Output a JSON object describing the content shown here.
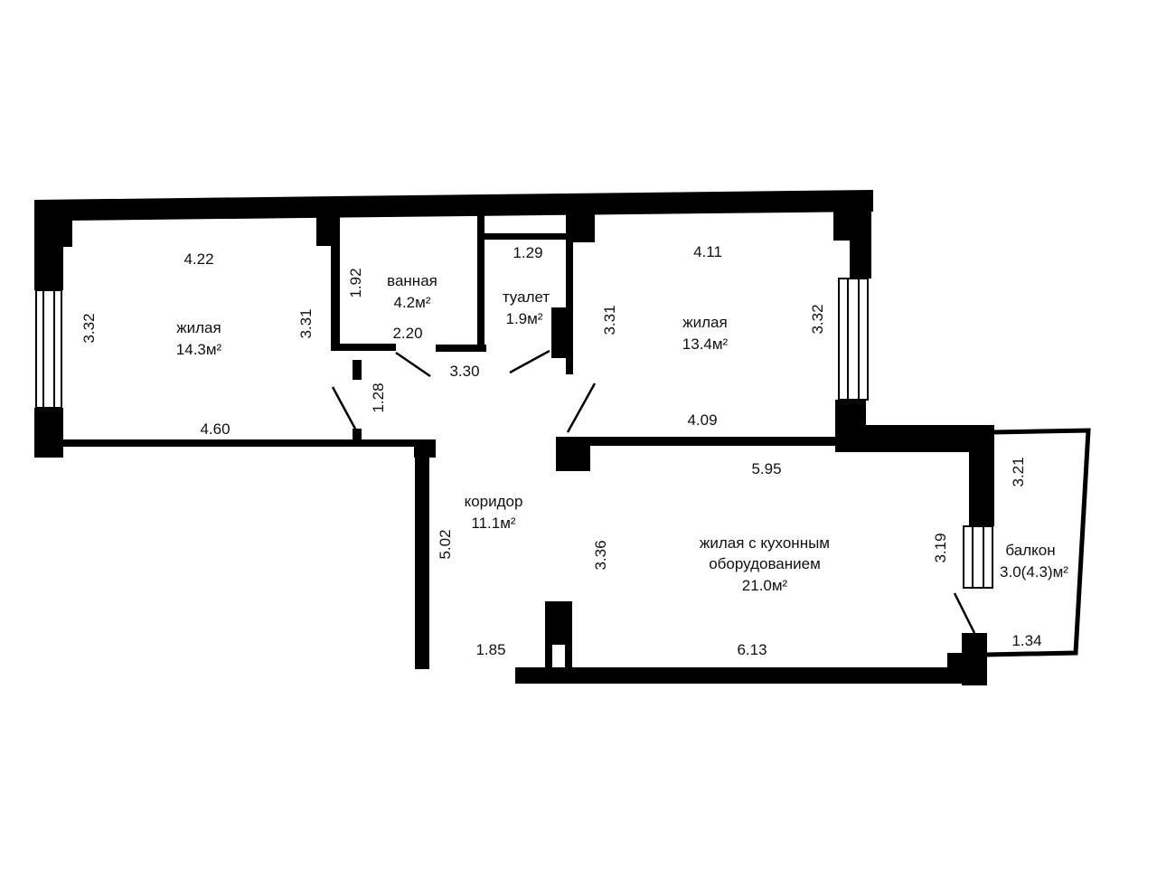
{
  "rooms": {
    "room1": {
      "name": "жилая",
      "area": "14.3м²",
      "dims": {
        "top": "4.22",
        "left": "3.32",
        "right": "3.31",
        "bottom": "4.60"
      }
    },
    "bath": {
      "name": "ванная",
      "area": "4.2м²",
      "dims": {
        "left": "1.92",
        "bottom": "2.20"
      }
    },
    "toilet": {
      "name": "туалет",
      "area": "1.9м²",
      "dims": {
        "top": "1.29"
      }
    },
    "room2": {
      "name": "жилая",
      "area": "13.4м²",
      "dims": {
        "top": "4.11",
        "left": "3.31",
        "right": "3.32",
        "bottom": "4.09"
      }
    },
    "corridor": {
      "name": "коридор",
      "area": "11.1м²",
      "dims": {
        "top": "3.30",
        "vestibule": "1.28",
        "left": "5.02",
        "bottom": "1.85"
      }
    },
    "kitchen": {
      "name_line1": "жилая с кухонным",
      "name_line2": "оборудованием",
      "area": "21.0м²",
      "dims": {
        "top": "5.95",
        "left": "3.36",
        "right": "3.19",
        "bottom": "6.13"
      }
    },
    "balcony": {
      "name": "балкон",
      "area": "3.0(4.3)м²",
      "dims": {
        "right": "3.21",
        "bottom": "1.34"
      }
    }
  }
}
